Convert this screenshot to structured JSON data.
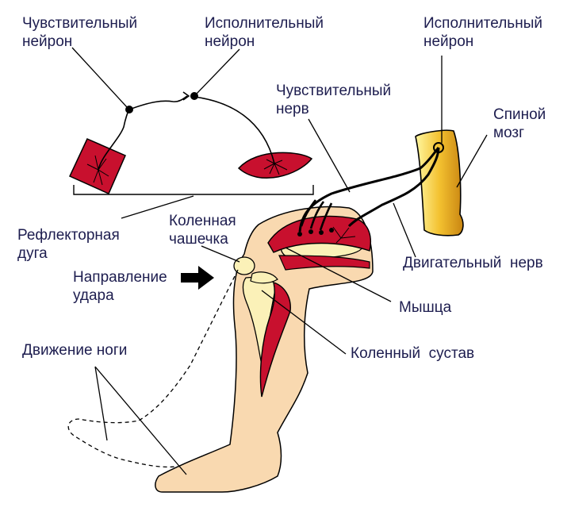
{
  "labels": {
    "sensory_neuron_top": "Чувствительный\nнейрон",
    "motor_neuron_top": "Исполнительный\nнейрон",
    "motor_neuron_right": "Исполнительный\nнейрон",
    "sensory_nerve": "Чувствительный\nнерв",
    "spinal_cord": "Спиной\nмозг",
    "reflex_arc": "Рефлекторная\nдуга",
    "kneecap": "Коленная\nчашечка",
    "strike_direction": "Направление\nудара",
    "motor_nerve": "Двигательный  нерв",
    "muscle": "Мышца",
    "leg_movement": "Движение ноги",
    "knee_joint": "Коленный  сустав"
  },
  "colors": {
    "label_text": "#1d1d4f",
    "muscle_red": "#c8102e",
    "skin": "#f9d9b0",
    "bone": "#fbf1b8",
    "spinal_cord_gold": "#e8a722"
  }
}
